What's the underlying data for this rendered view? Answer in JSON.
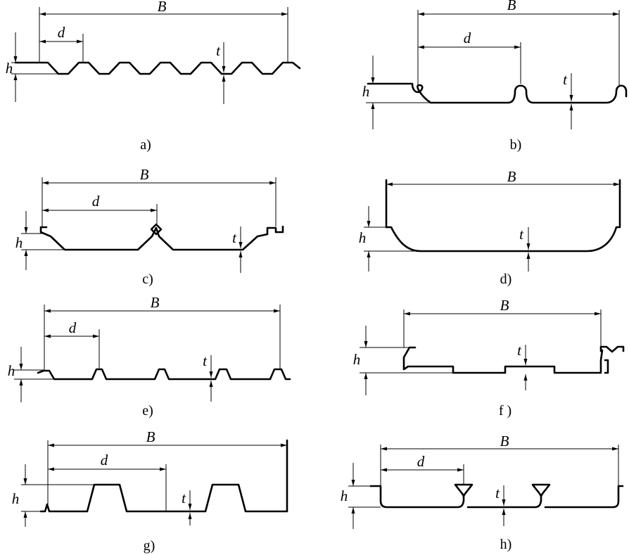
{
  "dimension_labels": {
    "width": "B",
    "pitch": "d",
    "height": "h",
    "thickness": "t"
  },
  "panels": [
    {
      "id": "a",
      "caption": "a)"
    },
    {
      "id": "b",
      "caption": "b)"
    },
    {
      "id": "c",
      "caption": "c)"
    },
    {
      "id": "d",
      "caption": "d)"
    },
    {
      "id": "e",
      "caption": "e)"
    },
    {
      "id": "f",
      "caption": "f )"
    },
    {
      "id": "g",
      "caption": "g)"
    },
    {
      "id": "h",
      "caption": "h)"
    }
  ]
}
